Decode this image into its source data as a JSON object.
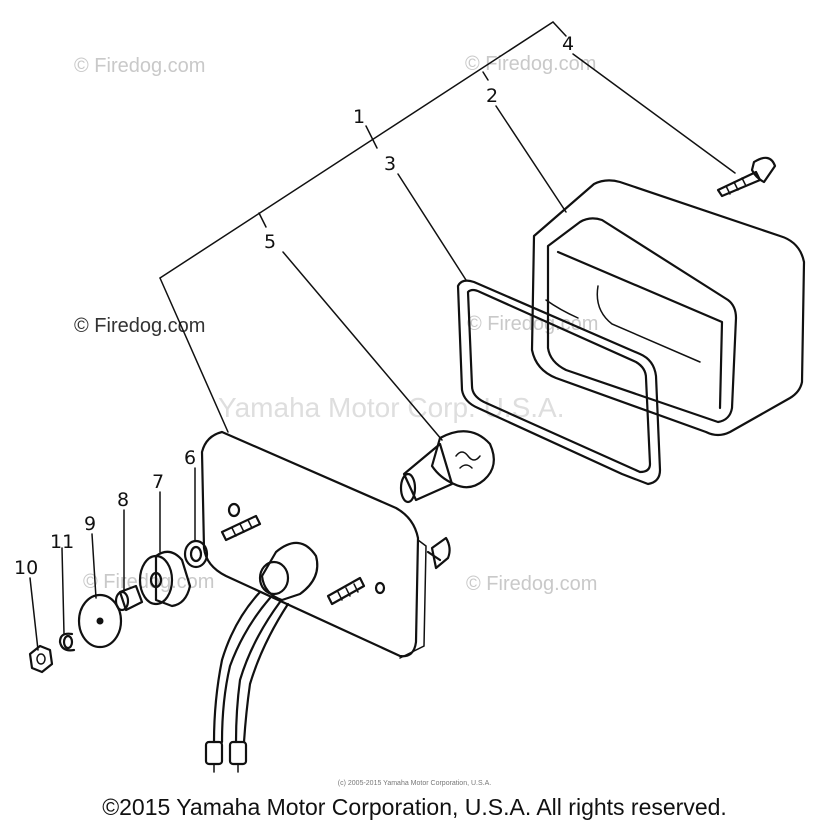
{
  "watermarks": {
    "firedog": "© Firedog.com",
    "yamaha": "Yamaha Motor Corp. U.S.A."
  },
  "part_labels": [
    "1",
    "2",
    "3",
    "4",
    "5",
    "6",
    "7",
    "8",
    "9",
    "10",
    "11"
  ],
  "small_copyright": "(c) 2005-2015 Yamaha Motor Corporation, U.S.A.",
  "footer_copyright": "©2015 Yamaha Motor Corporation, U.S.A. All rights reserved."
}
